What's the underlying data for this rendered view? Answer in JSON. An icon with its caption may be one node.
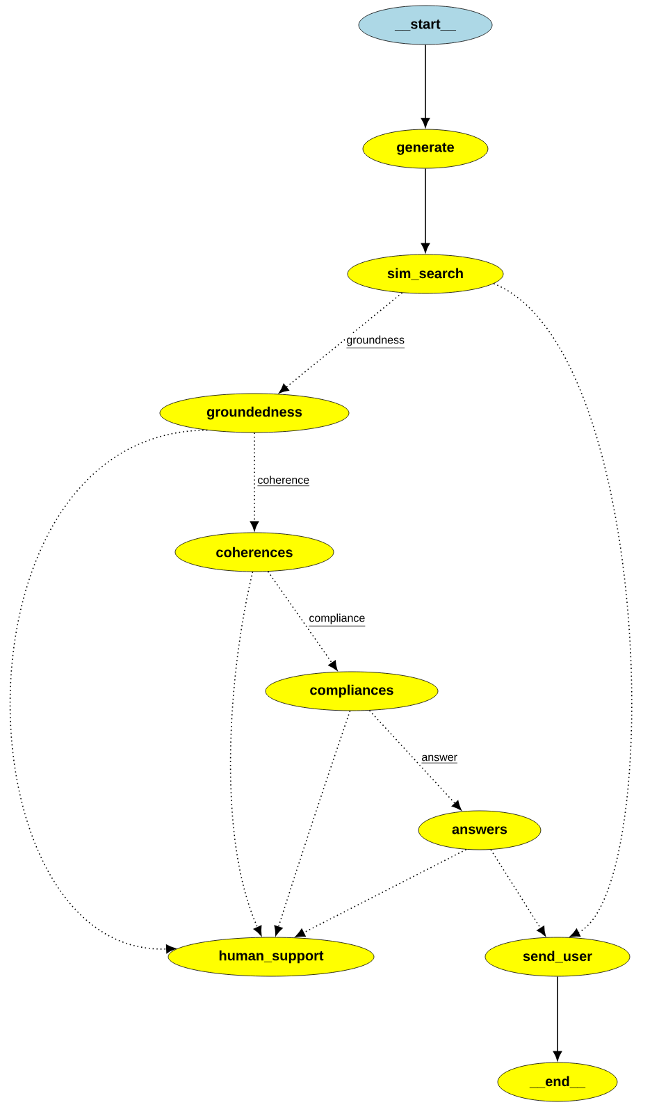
{
  "diagram": {
    "nodes": [
      {
        "text": [
          "__start__"
        ]
      },
      {
        "text": [
          "generate"
        ]
      },
      {
        "text": [
          "sim_search"
        ]
      },
      {
        "text": [
          "groundedness"
        ]
      },
      {
        "text": [
          "coherences"
        ]
      },
      {
        "text": [
          "compliances"
        ]
      },
      {
        "text": [
          "answers"
        ]
      },
      {
        "text": [
          "human_support"
        ]
      },
      {
        "text": [
          "send_user"
        ]
      },
      {
        "text": [
          "__end__"
        ]
      }
    ],
    "edges": [
      {
        "from": 0,
        "to": 1,
        "arrow": "to"
      },
      {
        "from": 1,
        "to": 2,
        "arrow": "to"
      },
      {
        "from": 2,
        "to": 3,
        "arrow": "to",
        "label": "groundness",
        "style": "dashed"
      },
      {
        "from": 2,
        "to": 8,
        "arrow": "to",
        "style": "dashed"
      },
      {
        "from": 3,
        "to": 4,
        "arrow": "to",
        "label": "coherence",
        "style": "dashed"
      },
      {
        "from": 3,
        "to": 7,
        "arrow": "to",
        "style": "dashed"
      },
      {
        "from": 4,
        "to": 5,
        "arrow": "to",
        "label": "compliance",
        "style": "dashed"
      },
      {
        "from": 4,
        "to": 7,
        "arrow": "to",
        "style": "dashed"
      },
      {
        "from": 5,
        "to": 6,
        "arrow": "to",
        "label": "answer",
        "style": "dashed"
      },
      {
        "from": 5,
        "to": 7,
        "arrow": "to",
        "style": "dashed"
      },
      {
        "from": 6,
        "to": 7,
        "arrow": "to",
        "style": "dashed"
      },
      {
        "from": 6,
        "to": 8,
        "arrow": "to",
        "style": "dashed"
      },
      {
        "from": 8,
        "to": 9,
        "arrow": "to"
      }
    ]
  }
}
